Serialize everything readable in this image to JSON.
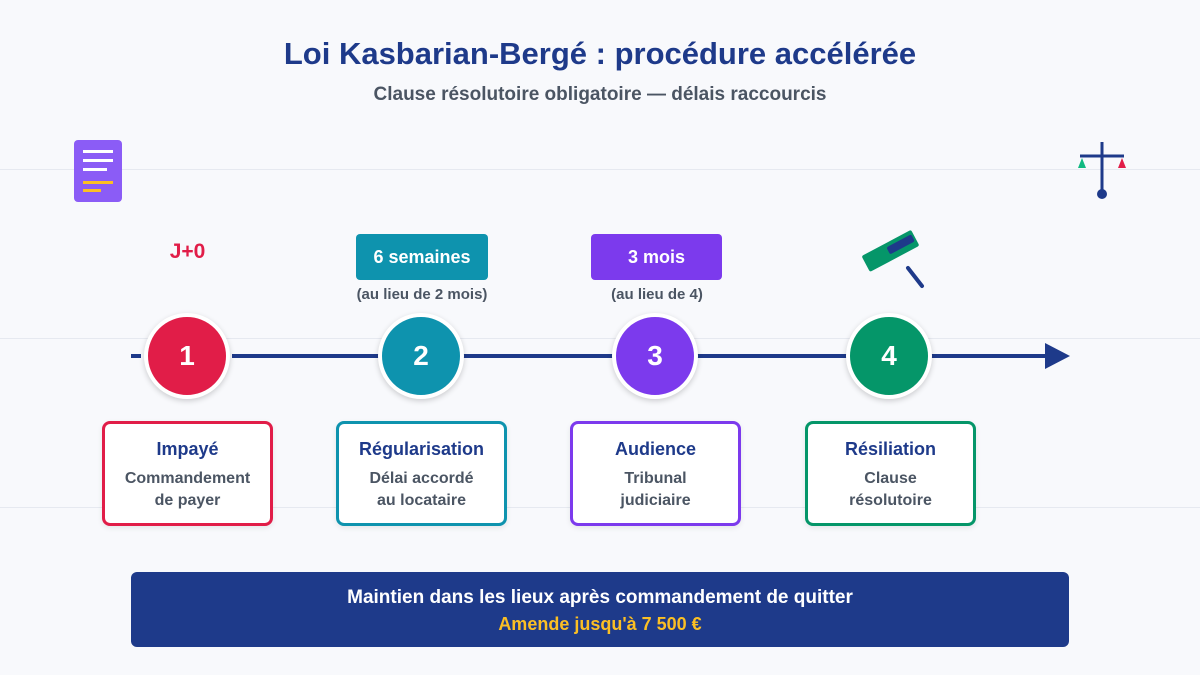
{
  "header": {
    "title": "Loi Kasbarian-Bergé : procédure accélérée",
    "subtitle": "Clause résolutoire obligatoire — délais raccourcis"
  },
  "colors": {
    "primary": "#1e3a8a",
    "step1": "#e11d48",
    "step2": "#0e93ae",
    "step3": "#7c3aed",
    "step4": "#059669",
    "accent": "#fbbf24"
  },
  "icons": {
    "top_left": "document-icon",
    "top_right": "scales-of-justice-icon",
    "above_step4": "gavel-icon"
  },
  "timeline": {
    "start_marker": "J+0",
    "steps": [
      {
        "number": "1",
        "title": "Impayé",
        "desc_line1": "Commandement",
        "desc_line2": "de payer"
      },
      {
        "number": "2",
        "title": "Régularisation",
        "desc_line1": "Délai accordé",
        "desc_line2": "au locataire",
        "badge": "6 semaines",
        "note": "(au lieu de 2 mois)"
      },
      {
        "number": "3",
        "title": "Audience",
        "desc_line1": "Tribunal",
        "desc_line2": "judiciaire",
        "badge": "3 mois",
        "note": "(au lieu de 4)"
      },
      {
        "number": "4",
        "title": "Résiliation",
        "desc_line1": "Clause",
        "desc_line2": "résolutoire"
      }
    ]
  },
  "banner": {
    "main": "Maintien dans les lieux après commandement de quitter",
    "sub": "Amende jusqu'à 7 500 €"
  }
}
